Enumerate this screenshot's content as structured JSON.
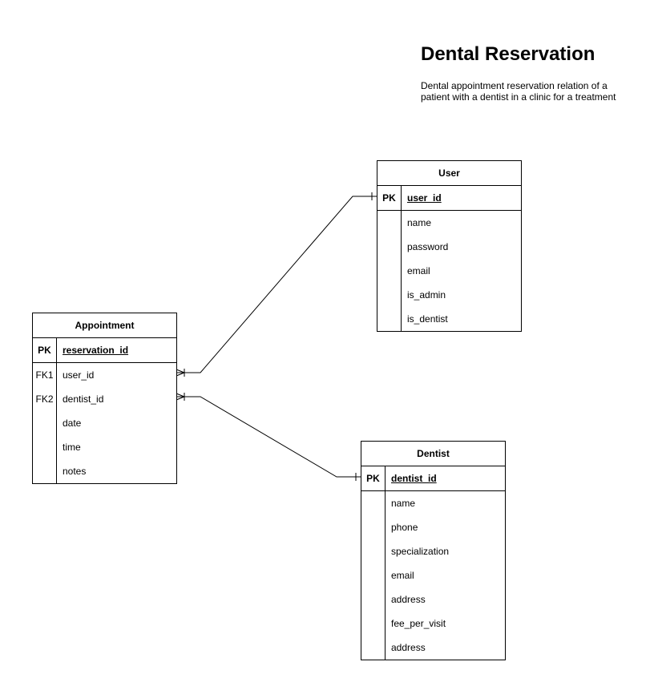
{
  "title": "Dental Reservation",
  "description": "Dental appointment reservation relation of a patient with a dentist in a clinic for a treatment",
  "entities": {
    "user": {
      "name": "User",
      "rows": [
        {
          "key": "PK",
          "field": "user_id"
        },
        {
          "key": "",
          "field": "name"
        },
        {
          "key": "",
          "field": "password"
        },
        {
          "key": "",
          "field": "email"
        },
        {
          "key": "",
          "field": "is_admin"
        },
        {
          "key": "",
          "field": "is_dentist"
        }
      ]
    },
    "appointment": {
      "name": "Appointment",
      "rows": [
        {
          "key": "PK",
          "field": "reservation_id"
        },
        {
          "key": "FK1",
          "field": "user_id"
        },
        {
          "key": "FK2",
          "field": "dentist_id"
        },
        {
          "key": "",
          "field": "date"
        },
        {
          "key": "",
          "field": "time"
        },
        {
          "key": "",
          "field": "notes"
        }
      ]
    },
    "dentist": {
      "name": "Dentist",
      "rows": [
        {
          "key": "PK",
          "field": "dentist_id"
        },
        {
          "key": "",
          "field": "name"
        },
        {
          "key": "",
          "field": "phone"
        },
        {
          "key": "",
          "field": "specialization"
        },
        {
          "key": "",
          "field": "email"
        },
        {
          "key": "",
          "field": "address"
        },
        {
          "key": "",
          "field": "fee_per_visit"
        },
        {
          "key": "",
          "field": "address"
        }
      ]
    }
  }
}
